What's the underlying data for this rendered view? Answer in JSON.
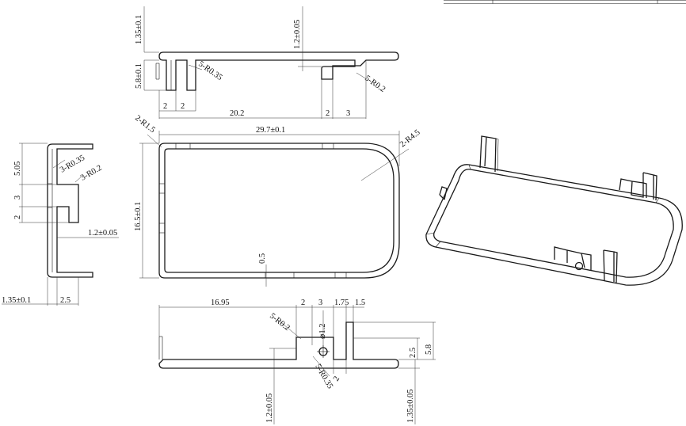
{
  "top_view": {
    "total_thickness": "1.35±0.1",
    "tab_offset": "1.2±0.05",
    "tab_height": "5.8±0.1",
    "left_radius": "5-R0.35",
    "right_radius": "5-R0.2",
    "spacing_left_a": "2",
    "spacing_left_b": "2",
    "span": "20.2",
    "spacing_right_a": "2",
    "spacing_right_b": "3"
  },
  "plan_view": {
    "corner_left": "2-R1.5",
    "width": "29.7±0.1",
    "corner_right": "2-R4.5",
    "height": "16.5±0.1",
    "wall": "0.5"
  },
  "side_view": {
    "h1": "5.05",
    "r1": "3-R0.35",
    "r2": "3-R0.2",
    "h2": "3",
    "h3": "2",
    "tab_offset": "1.2±0.05",
    "thickness": "1.35±0.1",
    "tab_width": "2.5"
  },
  "front_view": {
    "offset": "16.95",
    "w1": "2",
    "w2": "3",
    "w3": "1.75",
    "w4": "1.5",
    "r_a": "5-R0.2",
    "hole": "⌀1.2",
    "h_a": "2.5",
    "h_total": "5.8",
    "r_b": "5-R0.35",
    "bottom_w": "2",
    "tab_offset": "1.2±0.05",
    "thickness": "1.35±0.05"
  }
}
